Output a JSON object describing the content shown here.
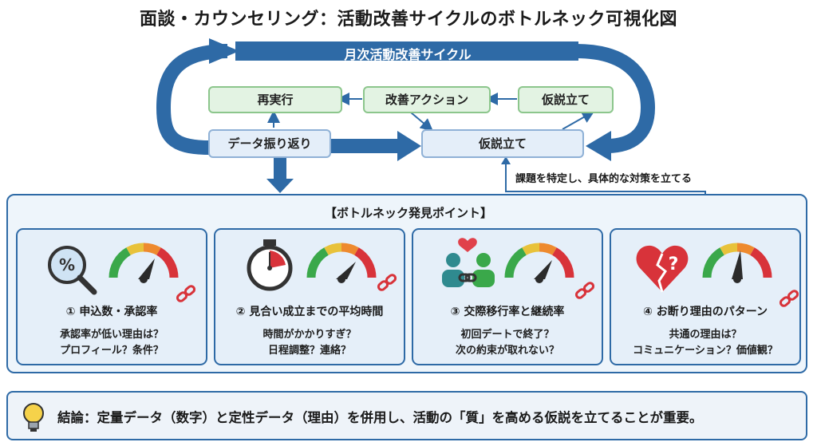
{
  "title": "面談・カウンセリング：活動改善サイクルのボトルネック可視化図",
  "cycle": {
    "label": "月次活動改善サイクル",
    "box_rerun": "再実行",
    "box_action": "改善アクション",
    "box_hypo_top": "仮説立て",
    "box_review": "データ振り返り",
    "box_hypo_main": "仮説立て",
    "annotation": "課題を特定し、具体的な対策を立てる"
  },
  "bottleneck": {
    "title": "【ボトルネック発見ポイント】",
    "cards": [
      {
        "title": "① 申込数・承認率",
        "q1": "承認率が低い理由は？",
        "q2": "プロフィール？条件？",
        "icon": "magnifier-percent-icon"
      },
      {
        "title": "② 見合い成立までの平均時間",
        "q1": "時間がかかりすぎ？",
        "q2": "日程調整？連絡？",
        "icon": "stopwatch-icon"
      },
      {
        "title": "③ 交際移行率と継続率",
        "q1": "初回デートで終了？",
        "q2": "次の約束が取れない？",
        "icon": "couple-heart-icon"
      },
      {
        "title": "④ お断り理由のパターン",
        "q1": "共通の理由は？",
        "q2": "コミュニケーション？価値観？",
        "icon": "broken-heart-icon"
      }
    ]
  },
  "conclusion": {
    "text": "結論：定量データ（数字）と定性データ（理由）を併用し、活動の「質」を高める仮説を立てることが重要。",
    "icon": "lightbulb-icon"
  },
  "colors": {
    "arrow_blue": "#2e6aa6",
    "green_box": "#e3f3e3",
    "blue_box": "#e4eef9",
    "gauge_green": "#3aa84a",
    "gauge_yellow": "#e8c23a",
    "gauge_orange": "#ee8a2e",
    "gauge_red": "#d8333a"
  }
}
